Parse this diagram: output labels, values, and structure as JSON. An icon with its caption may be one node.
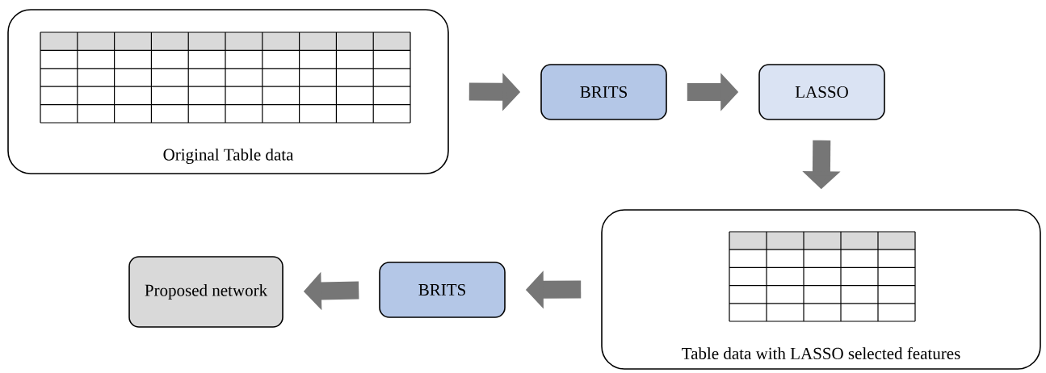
{
  "diagram": {
    "nodes": [
      {
        "text": [
          "Original Table data"
        ]
      },
      {
        "text": [
          "BRITS"
        ]
      },
      {
        "text": [
          "LASSO"
        ]
      },
      {
        "text": [
          "Table data with LASSO selected features"
        ]
      },
      {
        "text": [
          "BRITS"
        ]
      },
      {
        "text": [
          "Proposed network"
        ]
      }
    ],
    "edges": [
      {
        "from": 0,
        "to": 1,
        "arrow": "to"
      },
      {
        "from": 1,
        "to": 2,
        "arrow": "to"
      },
      {
        "from": 2,
        "to": 3,
        "arrow": "to"
      },
      {
        "from": 3,
        "to": 4,
        "arrow": "to"
      },
      {
        "from": 4,
        "to": 5,
        "arrow": "to"
      }
    ]
  }
}
